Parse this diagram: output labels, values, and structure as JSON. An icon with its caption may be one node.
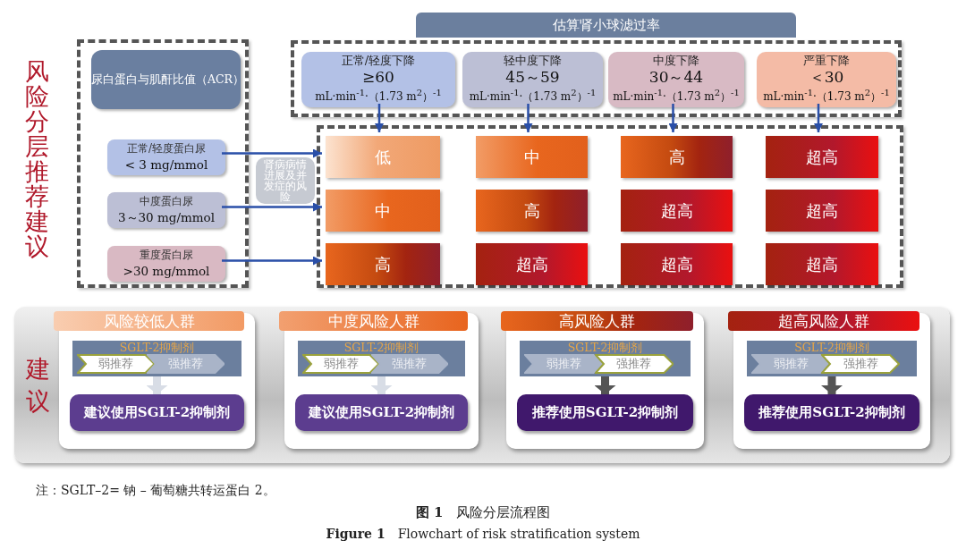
{
  "diagram": {
    "caption": "**图 1**　风险分层流程图",
    "nodes": [
      {
        "text": [
          "估算肾小球滤过率"
        ]
      },
      {
        "text": [],
        "shape": "box"
      },
      {
        "text": [
          "正常/轻度下降",
          "≥60",
          "mL·min$^{-1}$·（1.73 m$^{2}$）$^{-1}$"
        ],
        "in": 1
      },
      {
        "text": [
          "轻中度下降",
          "45～59",
          "mL·min$^{-1}$·（1.73 m$^{2}$）$^{-1}$"
        ],
        "in": 1
      },
      {
        "text": [
          "中度下降",
          "30～44",
          "mL·min$^{-1}$·（1.73 m$^{2}$）$^{-1}$"
        ],
        "in": 1
      },
      {
        "text": [
          "严重下降",
          "＜30",
          "mL·min$^{-1}$·（1.73 m$^{2}$）$^{-1}$"
        ],
        "in": 1
      },
      {
        "text": [],
        "shape": "box"
      },
      {
        "text": [
          "尿白蛋白与肌酐比值（ACR）"
        ],
        "in": 6
      },
      {
        "text": [
          "正常/轻度蛋白尿",
          "< 3 mg/mmol"
        ],
        "in": 6
      },
      {
        "text": [
          "中度蛋白尿",
          "3～30 mg/mmol"
        ],
        "in": 6
      },
      {
        "text": [
          "重度蛋白尿",
          ">30 mg/mmol"
        ],
        "in": 6
      },
      {
        "text": [
          "肾病病情进展及并发症的风险"
        ]
      },
      {
        "text": [],
        "shape": "box"
      },
      {
        "text": [
          "低"
        ],
        "in": 12
      },
      {
        "text": [
          "中"
        ],
        "in": 12
      },
      {
        "text": [
          "高"
        ],
        "in": 12
      },
      {
        "text": [
          "超高"
        ],
        "in": 12
      },
      {
        "text": [
          "中"
        ],
        "in": 12
      },
      {
        "text": [
          "高"
        ],
        "in": 12
      },
      {
        "text": [
          "超高"
        ],
        "in": 12
      },
      {
        "text": [
          "超高"
        ],
        "in": 12
      },
      {
        "text": [
          "高"
        ],
        "in": 12
      },
      {
        "text": [
          "超高"
        ],
        "in": 12
      },
      {
        "text": [
          "超高"
        ],
        "in": 12
      },
      {
        "text": [
          "超高"
        ],
        "in": 12
      },
      {
        "text": [
          "建议"
        ]
      },
      {
        "text": [
          "风险较低人群"
        ],
        "in": 25
      },
      {
        "text": [
          "SGLT-2抑制剂"
        ],
        "in": 26
      },
      {
        "text": [
          "弱推荐"
        ],
        "in": 27
      },
      {
        "text": [
          "强推荐"
        ],
        "in": 27
      },
      {
        "text": [
          "建议使用SGLT-2抑制剂"
        ],
        "in": 26
      },
      {
        "text": [
          "中度风险人群"
        ],
        "in": 25
      },
      {
        "text": [
          "SGLT-2抑制剂"
        ],
        "in": 31
      },
      {
        "text": [
          "弱推荐"
        ],
        "in": 32
      },
      {
        "text": [
          "强推荐"
        ],
        "in": 32
      },
      {
        "text": [
          "建议使用SGLT-2抑制剂"
        ],
        "in": 31
      },
      {
        "text": [
          "高风险人群"
        ],
        "in": 25
      },
      {
        "text": [
          "SGLT-2抑制剂"
        ],
        "in": 36
      },
      {
        "text": [
          "弱推荐"
        ],
        "in": 37
      },
      {
        "text": [
          "强推荐"
        ],
        "in": 37
      },
      {
        "text": [
          "推荐使用SGLT-2抑制剂"
        ],
        "in": 36
      },
      {
        "text": [
          "超高风险人群"
        ],
        "in": 25
      },
      {
        "text": [
          "SGLT-2抑制剂"
        ],
        "in": 41
      },
      {
        "text": [
          "弱推荐"
        ],
        "in": 42
      },
      {
        "text": [
          "强推荐"
        ],
        "in": 42
      },
      {
        "text": [
          "推荐使用SGLT-2抑制剂"
        ],
        "in": 41
      }
    ],
    "edges": [
      {
        "from": 2,
        "to": 13,
        "arrow": "to"
      },
      {
        "from": 3,
        "to": 14,
        "arrow": "to"
      },
      {
        "from": 4,
        "to": 15,
        "arrow": "to"
      },
      {
        "from": 5,
        "to": 16,
        "arrow": "to"
      },
      {
        "from": 8,
        "to": 13,
        "arrow": "to"
      },
      {
        "from": 9,
        "to": 17,
        "arrow": "to"
      },
      {
        "from": 10,
        "to": 21,
        "arrow": "to"
      },
      {
        "from": 27,
        "to": 30,
        "arrow": "to",
        "style": "thick",
        "color": "#d8dde6"
      },
      {
        "from": 32,
        "to": 35,
        "arrow": "to",
        "style": "thick",
        "color": "#d8dde6"
      },
      {
        "from": 37,
        "to": 40,
        "arrow": "to",
        "style": "thick",
        "color": "#555555"
      },
      {
        "from": 42,
        "to": 45,
        "arrow": "to",
        "style": "thick",
        "color": "#555555"
      }
    ],
    "labels": [
      "风险分层推荐建议",
      "注：SGLT–2= 钠 – 葡萄糖共转运蛋白 2。",
      "**Figure 1**　Flowchart of risk stratification system"
    ]
  }
}
